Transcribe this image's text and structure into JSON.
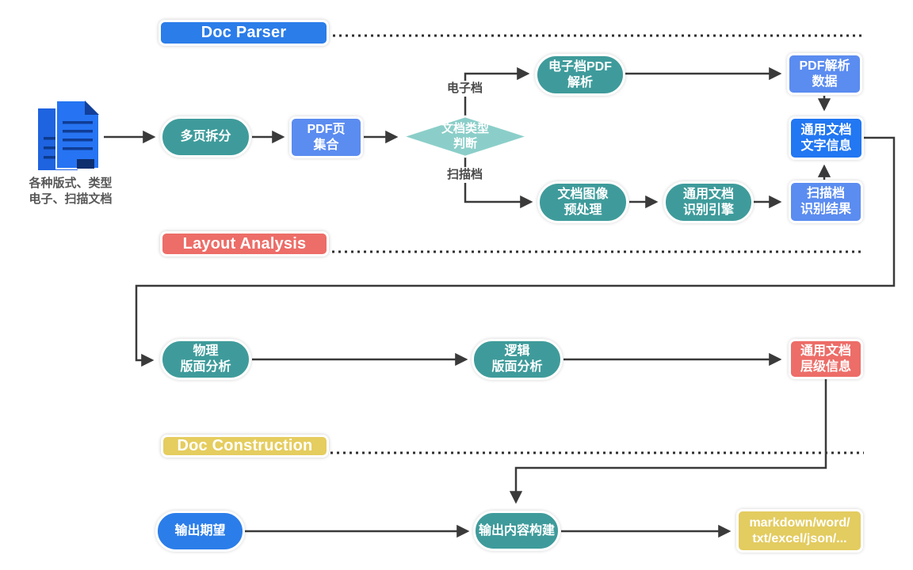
{
  "sections": [
    {
      "id": "doc-parser",
      "label": "Doc Parser",
      "color": "#2b7de9"
    },
    {
      "id": "layout-analysis",
      "label": "Layout Analysis",
      "color": "#ed6d68"
    },
    {
      "id": "doc-construction",
      "label": "Doc Construction",
      "color": "#e5cd5f"
    }
  ],
  "source_document": {
    "icon": "document-stack-icon",
    "caption": "各种版式、类型\n电子、扫描文档"
  },
  "nodes": {
    "split_pages": {
      "label": "多页拆分",
      "type": "process",
      "color": "#3f9b9b"
    },
    "pdf_pages": {
      "label": "PDF页\n集合",
      "type": "data",
      "color": "#5b8cf0"
    },
    "doc_type_decision": {
      "label": "文档类型\n判断",
      "type": "decision",
      "color": "#8bcec9"
    },
    "electronic_pdf_parse": {
      "label": "电子档PDF\n解析",
      "type": "process",
      "color": "#3f9b9b"
    },
    "pdf_parse_data": {
      "label": "PDF解析\n数据",
      "type": "data",
      "color": "#5b8cf0"
    },
    "doc_text_info": {
      "label": "通用文档\n文字信息",
      "type": "data-highlight",
      "color": "#2277f2"
    },
    "image_preprocess": {
      "label": "文档图像\n预处理",
      "type": "process",
      "color": "#3f9b9b"
    },
    "ocr_engine": {
      "label": "通用文档\n识别引擎",
      "type": "process",
      "color": "#3f9b9b"
    },
    "scan_result": {
      "label": "扫描档\n识别结果",
      "type": "data",
      "color": "#5b8cf0"
    },
    "physical_layout": {
      "label": "物理\n版面分析",
      "type": "process",
      "color": "#3f9b9b"
    },
    "logical_layout": {
      "label": "逻辑\n版面分析",
      "type": "process",
      "color": "#3f9b9b"
    },
    "doc_hierarchy": {
      "label": "通用文档\n层级信息",
      "type": "result",
      "color": "#ed6d68"
    },
    "output_expectation": {
      "label": "输出期望",
      "type": "input",
      "color": "#2b7de9"
    },
    "output_builder": {
      "label": "输出内容构建",
      "type": "process",
      "color": "#3f9b9b"
    },
    "output_formats": {
      "label": "markdown/word/\ntxt/excel/json/...",
      "type": "output",
      "color": "#e5cd5f"
    }
  },
  "edge_labels": {
    "electronic": "电子档",
    "scanned": "扫描档"
  },
  "line_color": "#3a3a3a"
}
